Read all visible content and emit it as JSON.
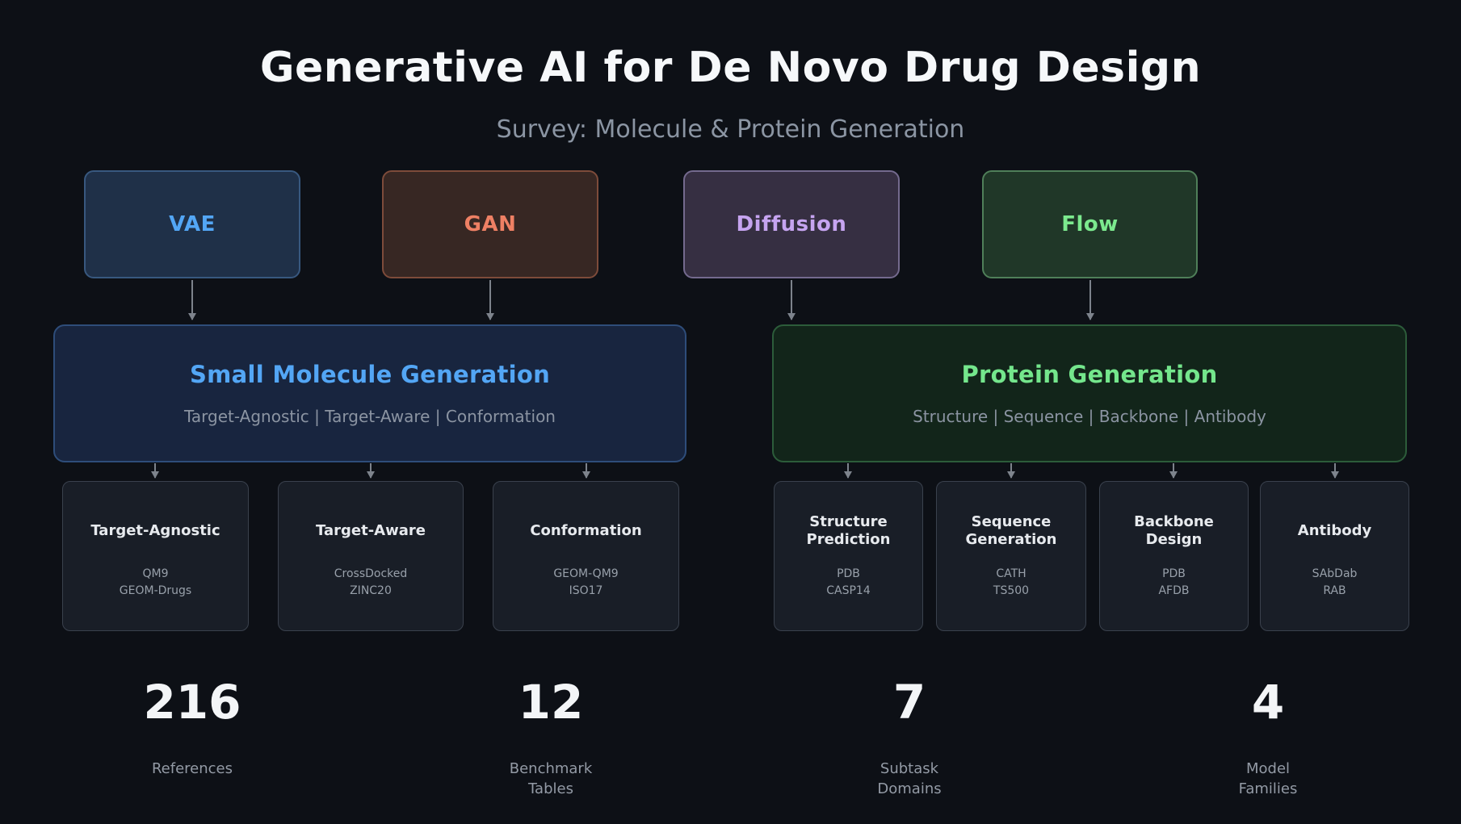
{
  "header": {
    "title": "Generative AI for De Novo Drug Design",
    "subtitle": "Survey: Molecule & Protein Generation"
  },
  "colors": {
    "background": "#0d1016",
    "arrow": "#7d838c",
    "text_primary": "#f3f5f7",
    "text_muted": "#8b94a2",
    "subtask_box_bg": "#191e27",
    "subtask_box_border": "#3a414d",
    "vae_accent": "#53a6f5",
    "gan_accent": "#ee8064",
    "diffusion_accent": "#c6a4f0",
    "flow_accent": "#7ce98e",
    "small_molecule_accent": "#53a6f5",
    "protein_accent": "#74e68c"
  },
  "model_families": [
    {
      "label": "VAE",
      "style": "--bg:#1f3048;--border:#38587f;--fg:#53a6f5"
    },
    {
      "label": "GAN",
      "style": "--bg:#372723;--border:#7d4b3a;--fg:#ee8064"
    },
    {
      "label": "Diffusion",
      "style": "--bg:#362f42;--border:#746a8e;--fg:#c6a4f0"
    },
    {
      "label": "Flow",
      "style": "--bg:#203728;--border:#4f7f59;--fg:#7ce98e"
    }
  ],
  "domains": [
    {
      "title": "Small Molecule Generation",
      "subtitle": "Target-Agnostic | Target-Aware | Conformation",
      "style": "--bg:#18253f;--border:#2e4d7a;--fg:#53a6f5"
    },
    {
      "title": "Protein Generation",
      "subtitle": "Structure | Sequence | Backbone | Antibody",
      "style": "--bg:#12251a;--border:#2c5c3a;--fg:#74e68c"
    }
  ],
  "subtasks": [
    {
      "title": "Target-Agnostic",
      "datasets": [
        "QM9",
        "GEOM-Drugs"
      ]
    },
    {
      "title": "Target-Aware",
      "datasets": [
        "CrossDocked",
        "ZINC20"
      ]
    },
    {
      "title": "Conformation",
      "datasets": [
        "GEOM-QM9",
        "ISO17"
      ]
    },
    {
      "title": "Structure Prediction",
      "datasets": [
        "PDB",
        "CASP14"
      ]
    },
    {
      "title": "Sequence Generation",
      "datasets": [
        "CATH",
        "TS500"
      ]
    },
    {
      "title": "Backbone Design",
      "datasets": [
        "PDB",
        "AFDB"
      ]
    },
    {
      "title": "Antibody",
      "datasets": [
        "SAbDab",
        "RAB"
      ]
    }
  ],
  "stats": [
    {
      "value": "216",
      "label": "References"
    },
    {
      "value": "12",
      "label": "Benchmark Tables"
    },
    {
      "value": "7",
      "label": "Subtask Domains"
    },
    {
      "value": "4",
      "label": "Model Families"
    }
  ]
}
